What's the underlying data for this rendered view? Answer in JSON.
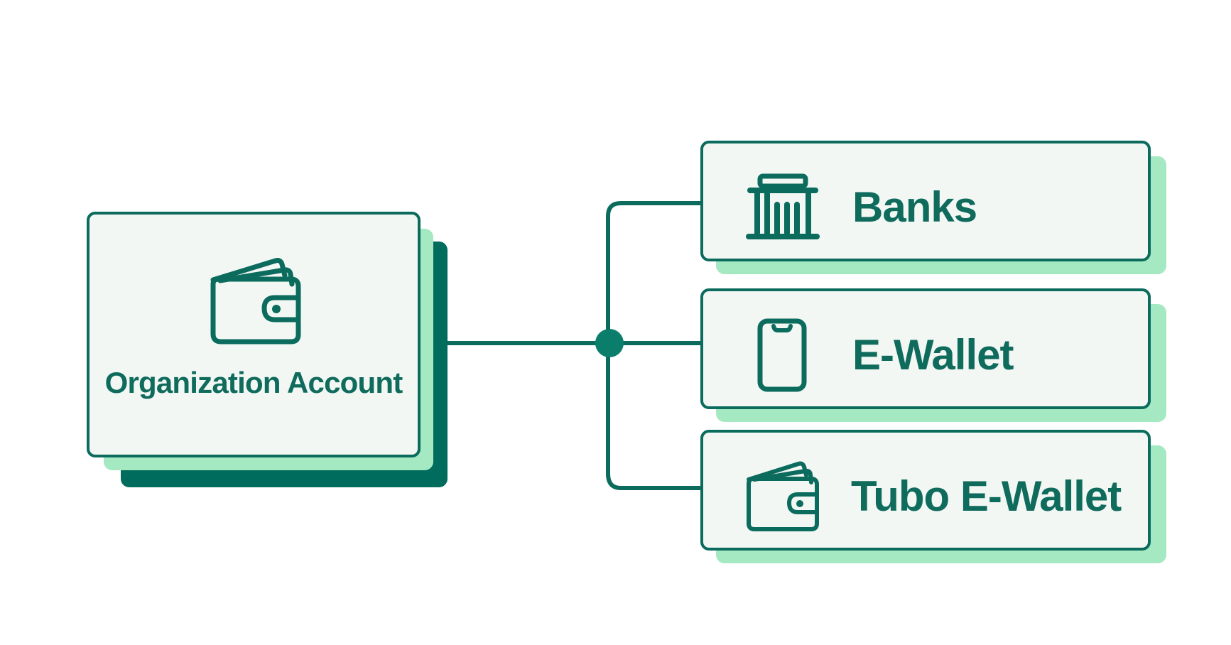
{
  "diagram": {
    "source": {
      "label": "Organization Account",
      "icon": "wallet-icon"
    },
    "destinations": [
      {
        "label": "Banks",
        "icon": "bank-icon"
      },
      {
        "label": "E-Wallet",
        "icon": "smartphone-icon"
      },
      {
        "label": "Tubo E-Wallet",
        "icon": "wallet-icon"
      }
    ],
    "colors": {
      "primary": "#0b6b5d",
      "accent": "#a5e9c2",
      "card_background": "#f2f7f4",
      "dark_shadow": "#006c5d"
    }
  }
}
